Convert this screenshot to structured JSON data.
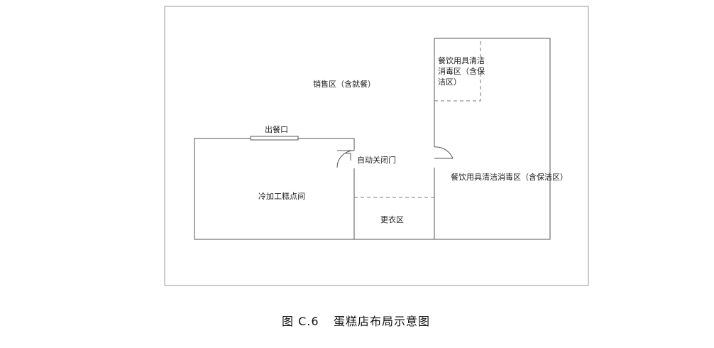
{
  "areas": {
    "sales": "销售区（含就餐）",
    "serving_window": "出餐口",
    "auto_door": "自动关闭门",
    "cold_room": "冷加工糕点间",
    "changing": "更衣区",
    "dish_small_line1": "餐饮用具清洁",
    "dish_small_line2": "消毒区（含保",
    "dish_small_line3": "洁区）",
    "dish_main": "餐饮用具清洁消毒区（含保洁区）"
  },
  "caption": {
    "figure_no": "图 C.6",
    "title": "蛋糕店布局示意图"
  }
}
